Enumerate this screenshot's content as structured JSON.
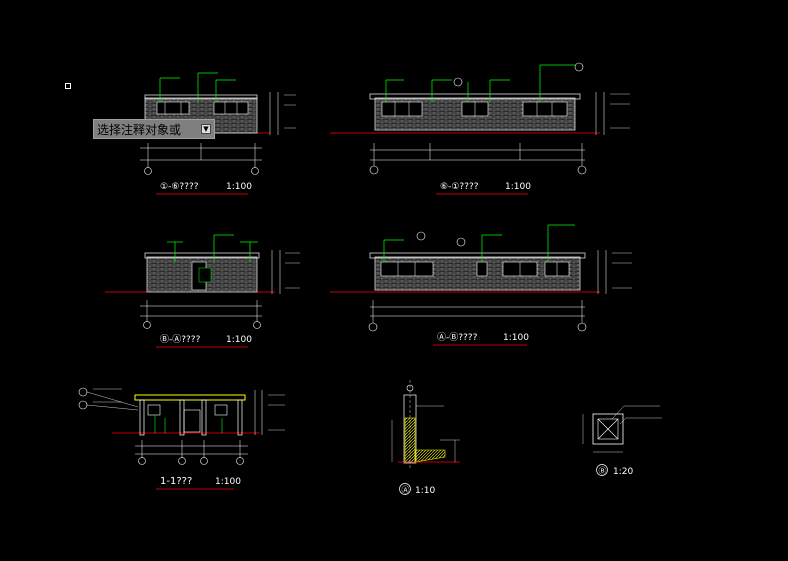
{
  "tooltip": {
    "text": "选择注释对象或",
    "dropdown_icon": "dropdown-arrow-icon"
  },
  "titles": {
    "elev_a": "①-⑥????",
    "elev_b": "⑥-①????",
    "elev_c": "Ⓑ-Ⓐ????",
    "elev_d": "Ⓐ-Ⓑ????",
    "section": "1-1???",
    "detail_a": "Ⓐ",
    "detail_b": "Ⓑ"
  },
  "scales": {
    "elev_a": "1:100",
    "elev_b": "1:100",
    "elev_c": "1:100",
    "elev_d": "1:100",
    "section": "1:100",
    "detail_a": "1:10",
    "detail_b": "1:20"
  },
  "colors": {
    "background": "#000000",
    "wall": "#c8c8c8",
    "leader": "#00ff00",
    "ground_line": "#ff0000",
    "title_underline": "#ff0000",
    "text": "#ffffff",
    "window": "#ffffff",
    "eave": "#ffff00"
  }
}
